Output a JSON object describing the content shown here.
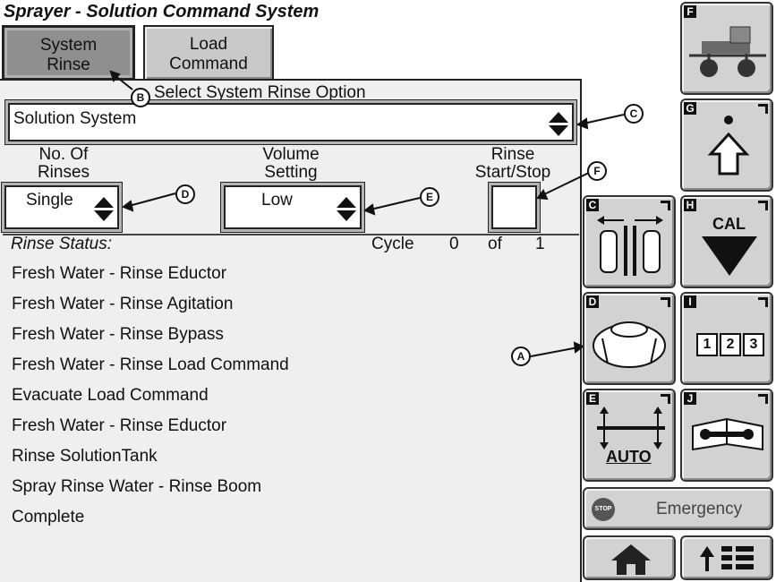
{
  "window": {
    "title": "Sprayer - Solution Command System"
  },
  "tabs": [
    {
      "line1": "System",
      "line2": "Rinse"
    },
    {
      "line1": "Load",
      "line2": "Command"
    }
  ],
  "rinse_option": {
    "label": "Select System Rinse Option",
    "value": "Solution System"
  },
  "rinses": {
    "label1": "No. Of",
    "label2": "Rinses",
    "value": "Single"
  },
  "volume": {
    "label1": "Volume",
    "label2": "Setting",
    "value": "Low"
  },
  "start_stop": {
    "label1": "Rinse",
    "label2": "Start/Stop"
  },
  "status": {
    "label": "Rinse Status:",
    "cycle_label": "Cycle",
    "cycle_current": "0",
    "of_label": "of",
    "cycle_total": "1",
    "steps": [
      "Fresh Water - Rinse Eductor",
      "Fresh Water - Rinse Agitation",
      "Fresh Water - Rinse Bypass",
      "Fresh Water - Rinse Load Command",
      "Evacuate Load Command",
      "Fresh Water - Rinse Eductor",
      "Rinse SolutionTank",
      "Spray Rinse Water - Rinse Boom",
      "Complete"
    ]
  },
  "callouts": {
    "a": "A",
    "b": "B",
    "c": "C",
    "d": "D",
    "e": "E",
    "f": "F"
  },
  "side_buttons": {
    "f": "F",
    "g": "G",
    "c": "C",
    "h": "H",
    "cal": "CAL",
    "d": "D",
    "i": "I",
    "digits": [
      "1",
      "2",
      "3"
    ],
    "e": "E",
    "auto": "AUTO",
    "j": "J",
    "stop": "STOP",
    "emergency": "Emergency"
  }
}
